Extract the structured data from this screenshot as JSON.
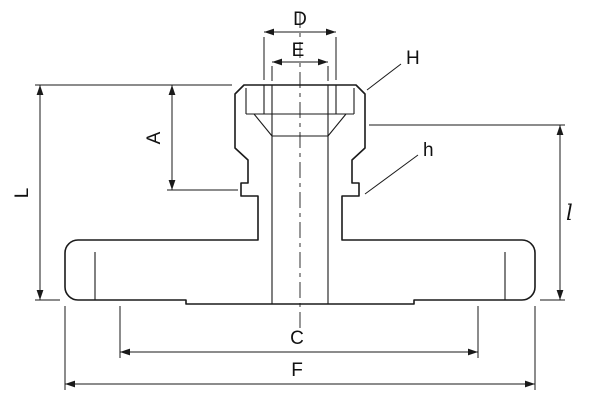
{
  "drawing": {
    "line_color": "#1a1a1a",
    "background_color": "#ffffff"
  },
  "dimension_labels": {
    "D": "D",
    "E": "E",
    "H": "H",
    "A": "A",
    "h": "h",
    "L": "L",
    "l": "l",
    "C": "C",
    "F": "F"
  }
}
